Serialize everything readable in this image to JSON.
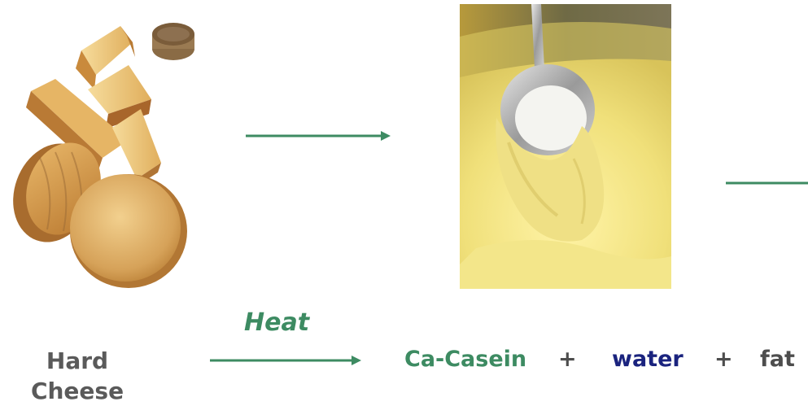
{
  "diagram": {
    "cheese_label_line1": "Hard",
    "cheese_label_line2": "Cheese",
    "heat_label": "Heat",
    "term_casein": "Ca-Casein",
    "plus1": "+",
    "term_water": "water",
    "plus2": "+",
    "term_fat": "fat"
  },
  "colors": {
    "arrow": "#3d8b62",
    "casein": "#3d8b62",
    "water": "#1a237e",
    "neutral": "#4d4d4d"
  },
  "icons": {
    "cheese": "hard-cheese-pieces-illustration",
    "fondue": "melted-cheese-spoon-illustration"
  }
}
